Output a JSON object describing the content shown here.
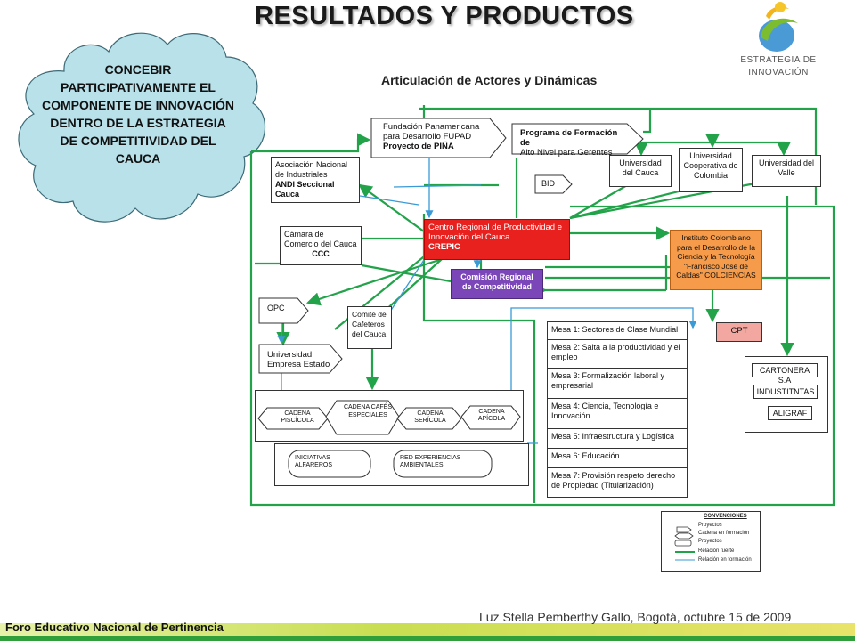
{
  "slide": {
    "title": "RESULTADOS Y PRODUCTOS",
    "subtitle": "Articulación de Actores y Dinámicas",
    "logo_caption": "ESTRATEGIA DE INNOVACIÓN",
    "cloud_text": "CONCEBIR PARTICIPATIVAMENTE EL COMPONENTE DE INNOVACIÓN DENTRO DE LA ESTRATEGIA DE COMPETITIVIDAD DEL CAUCA",
    "footer_left": "Foro Educativo Nacional de Pertinencia",
    "footer_right": "Luz Stella Pemberthy Gallo, Bogotá, octubre 15 de 2009"
  },
  "diagram": {
    "fupad_l1": "Fundación Panamericana",
    "fupad_l2": "para  Desarrollo FUPAD",
    "fupad_l3": "Proyecto de PIÑA",
    "prog_l1": "Programa de Formación de",
    "prog_l2": "Alto Nivel para Gerentes",
    "andi_l1": "Asociación Nacional",
    "andi_l2": "de Industriales",
    "andi_l3": "ANDI Seccional Cauca",
    "bid": "BID",
    "ucauca": "Universidad del Cauca",
    "ucc": "Universidad Cooperativa de Colombia",
    "uvalle": "Universidad del Valle",
    "ccc_l1": "Cámara de Comercio del Cauca",
    "ccc_l2": "CCC",
    "crepic_l1": "Centro Regional de Productividad e Innovación del Cauca",
    "crepic_l2": "CREPIC",
    "colciencias": "Instituto Colombiano para el Desarrollo de la Ciencia y la Tecnología \"Francisco José de Caldas\" COLCIENCIAS",
    "comision": "Comisión Regional de Competitividad",
    "opc": "OPC",
    "comite": "Comité de Cafeteros del Cauca",
    "cpt": "CPT",
    "uee": "Universidad Empresa Estado",
    "mesas": [
      "Mesa 1: Sectores de Clase Mundial",
      "Mesa 2: Salta a la productividad y el empleo",
      "Mesa 3: Formalización laboral y empresarial",
      "Mesa 4: Ciencia, Tecnología e Innovación",
      "Mesa 5: Infraestructura y Logística",
      "Mesa 6: Educación",
      "Mesa 7: Provisión respeto derecho de Propiedad (Titularización)"
    ],
    "cartonera": "CARTONERA S.A",
    "industintas": "INDUSTITNTAS",
    "aligraf": "ALIGRAF",
    "cadenas": [
      "CADENA PISCÍCOLA",
      "CADENA CAFÉS ESPECIALES",
      "CADENA SERÍCOLA",
      "CADENA APÍCOLA"
    ],
    "iniciativas": "INICIATIVAS ALFAREROS",
    "red": "RED EXPERIENCIAS AMBIENTALES",
    "legend": {
      "title": "CONVENCIONES",
      "items": [
        "Proyectos",
        "Cadena en formación",
        "Proyectos",
        "Relación fuerte",
        "Relación en formación"
      ]
    }
  }
}
